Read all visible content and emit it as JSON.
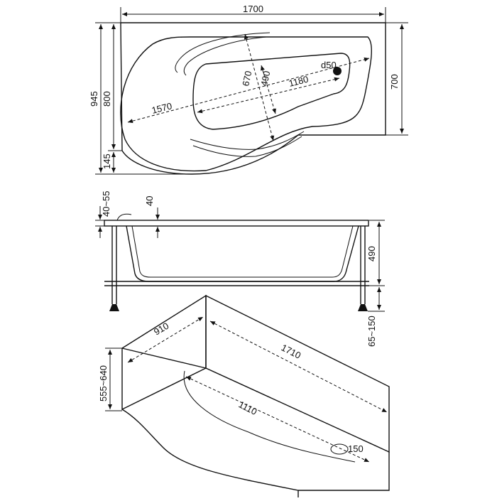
{
  "top_view": {
    "overall_length": "1700",
    "overall_width": "945",
    "inner_width": "800",
    "offset": "145",
    "right_width": "700",
    "diagonal_length": "1570",
    "width_670": "670",
    "width_490": "490",
    "bottom_length": "1180",
    "drain": "d50"
  },
  "side_view": {
    "rim": "40~55",
    "rim_thickness": "40",
    "depth": "490",
    "legs": "65~150"
  },
  "iso_view": {
    "end_width": "910",
    "long_side": "1710",
    "height": "555~640",
    "front_length": "1110",
    "drain": "150"
  }
}
